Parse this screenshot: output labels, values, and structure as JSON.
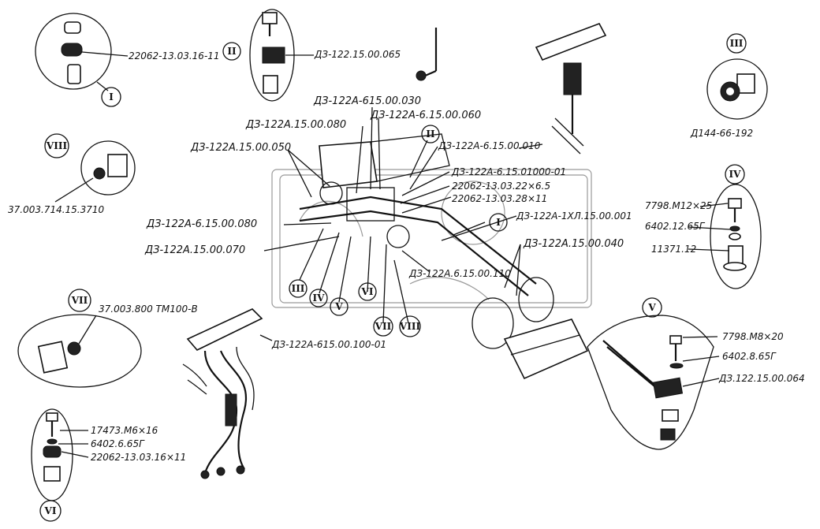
{
  "callouts": {
    "c_I": "22062-13.03.16-11",
    "c_II": "ДЗ-122.15.00.065",
    "c_VIII": "37.003.714.15.3710",
    "c_III": "Д144-66-192",
    "c_VII": "37.003.800 ТМ100-В",
    "c_IV_1": "7798.М12×25",
    "c_IV_2": "6402.12.65Г",
    "c_IV_3": "11371.12",
    "c_V_1": "7798.М8×20",
    "c_V_2": "6402.8.65Г",
    "c_V_3": "ДЗ.122.15.00.064",
    "c_VI_1": "17473.М6×16",
    "c_VI_2": "6402.6.65Г",
    "c_VI_3": "22062-13.03.16×11",
    "harness": "ДЗ-122А-615.00.100-01"
  },
  "main_labels": {
    "m1": "ДЗ-122А-615.00.030",
    "m2": "ДЗ-122А.15.00.080",
    "m3": "ДЗ-122А-6.15.00.060",
    "m4": "ДЗ-122А.15.00.050",
    "m5": "ДЗ-122А-6.15.00.010",
    "m6": "ДЗ-122А-6.15.01000-01",
    "m7": "22062-13.03.22×6.5",
    "m8": "22062-13.03.28×11",
    "m9": "ДЗ-122А-1ХЛ.15.00.001",
    "m10": "ДЗ-122А-6.15.00.080",
    "m11": "ДЗ-122А.15.00.040",
    "m12": "ДЗ-122А.15.00.070",
    "m13": "ДЗ-122А.6.15.00.110"
  },
  "roman": {
    "I": "I",
    "II": "II",
    "III": "III",
    "IV": "IV",
    "V": "V",
    "VI": "VI",
    "VII": "VII",
    "VIII": "VIII"
  }
}
